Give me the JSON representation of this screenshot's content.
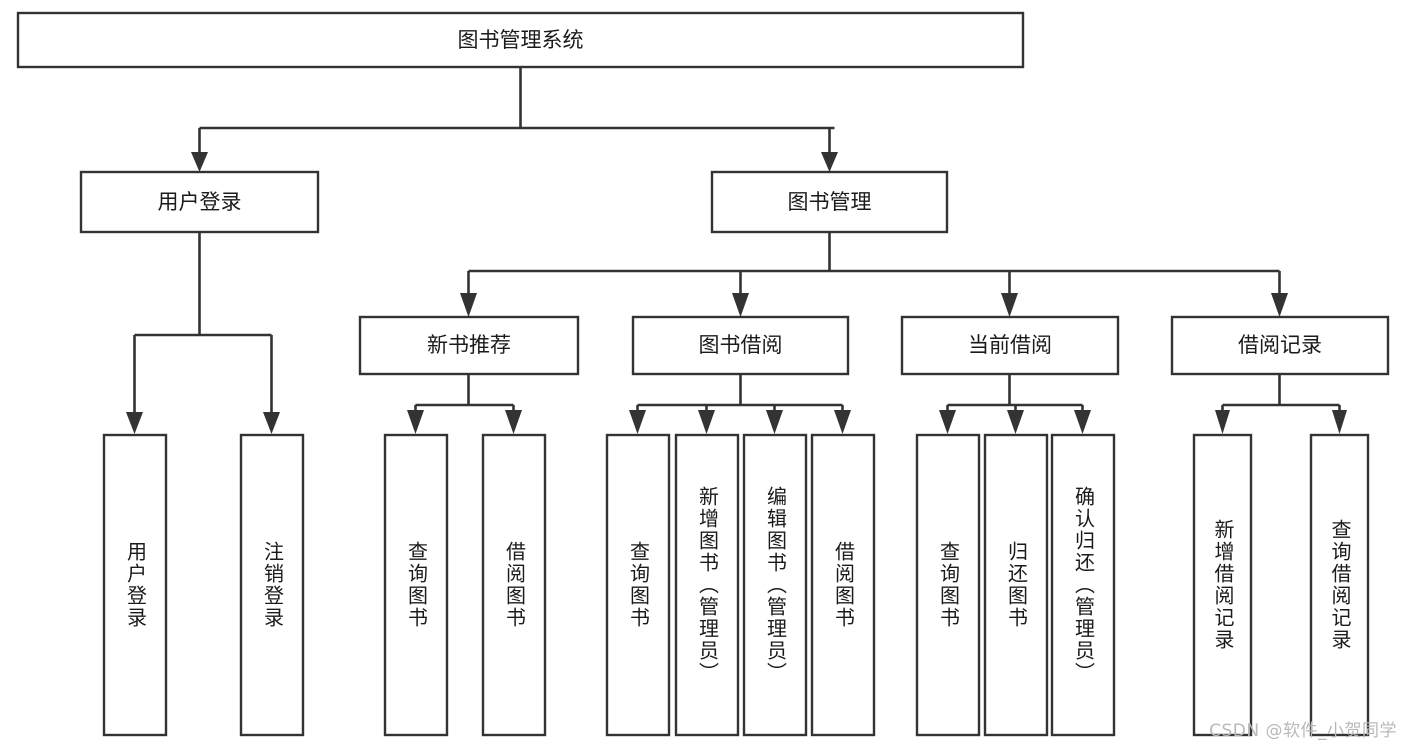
{
  "diagram": {
    "type": "hierarchy-tree",
    "title": "图书管理系统",
    "root": {
      "id": "root",
      "label": "图书管理系统",
      "orientation": "horizontal"
    },
    "level2": [
      {
        "id": "user-login",
        "label": "用户登录",
        "orientation": "horizontal"
      },
      {
        "id": "book-manage",
        "label": "图书管理",
        "orientation": "horizontal"
      }
    ],
    "level3": [
      {
        "id": "new-book-recommend",
        "label": "新书推荐",
        "orientation": "horizontal",
        "parent": "book-manage"
      },
      {
        "id": "book-borrow",
        "label": "图书借阅",
        "orientation": "horizontal",
        "parent": "book-manage"
      },
      {
        "id": "current-borrow",
        "label": "当前借阅",
        "orientation": "horizontal",
        "parent": "book-manage"
      },
      {
        "id": "borrow-record",
        "label": "借阅记录",
        "orientation": "horizontal",
        "parent": "book-manage"
      }
    ],
    "leaves": [
      {
        "id": "leaf-user-login",
        "label": "用户登录",
        "orientation": "vertical",
        "parent": "user-login"
      },
      {
        "id": "leaf-logout-login",
        "label": "注销登录",
        "orientation": "vertical",
        "parent": "user-login"
      },
      {
        "id": "leaf-query-book-1",
        "label": "查询图书",
        "orientation": "vertical",
        "parent": "new-book-recommend"
      },
      {
        "id": "leaf-borrow-book-1",
        "label": "借阅图书",
        "orientation": "vertical",
        "parent": "new-book-recommend"
      },
      {
        "id": "leaf-query-book-2",
        "label": "查询图书",
        "orientation": "vertical",
        "parent": "book-borrow"
      },
      {
        "id": "leaf-add-book",
        "label": "新增图书（管理员）",
        "orientation": "vertical",
        "parent": "book-borrow"
      },
      {
        "id": "leaf-edit-book",
        "label": "编辑图书（管理员）",
        "orientation": "vertical",
        "parent": "book-borrow"
      },
      {
        "id": "leaf-borrow-book-2",
        "label": "借阅图书",
        "orientation": "vertical",
        "parent": "book-borrow"
      },
      {
        "id": "leaf-query-book-3",
        "label": "查询图书",
        "orientation": "vertical",
        "parent": "current-borrow"
      },
      {
        "id": "leaf-return-book",
        "label": "归还图书",
        "orientation": "vertical",
        "parent": "current-borrow"
      },
      {
        "id": "leaf-confirm-return",
        "label": "确认归还（管理员）",
        "orientation": "vertical",
        "parent": "current-borrow"
      },
      {
        "id": "leaf-add-record",
        "label": "新增借阅记录",
        "orientation": "vertical",
        "parent": "borrow-record"
      },
      {
        "id": "leaf-query-record",
        "label": "查询借阅记录",
        "orientation": "vertical",
        "parent": "borrow-record"
      }
    ]
  },
  "watermark": {
    "text": "CSDN @软件_小贺同学"
  },
  "colors": {
    "background": "#ffffff",
    "box_stroke": "#333333",
    "box_fill": "#ffffff",
    "text": "#1b1b1b",
    "edge": "#333333",
    "watermark": "#b9b9b9"
  }
}
